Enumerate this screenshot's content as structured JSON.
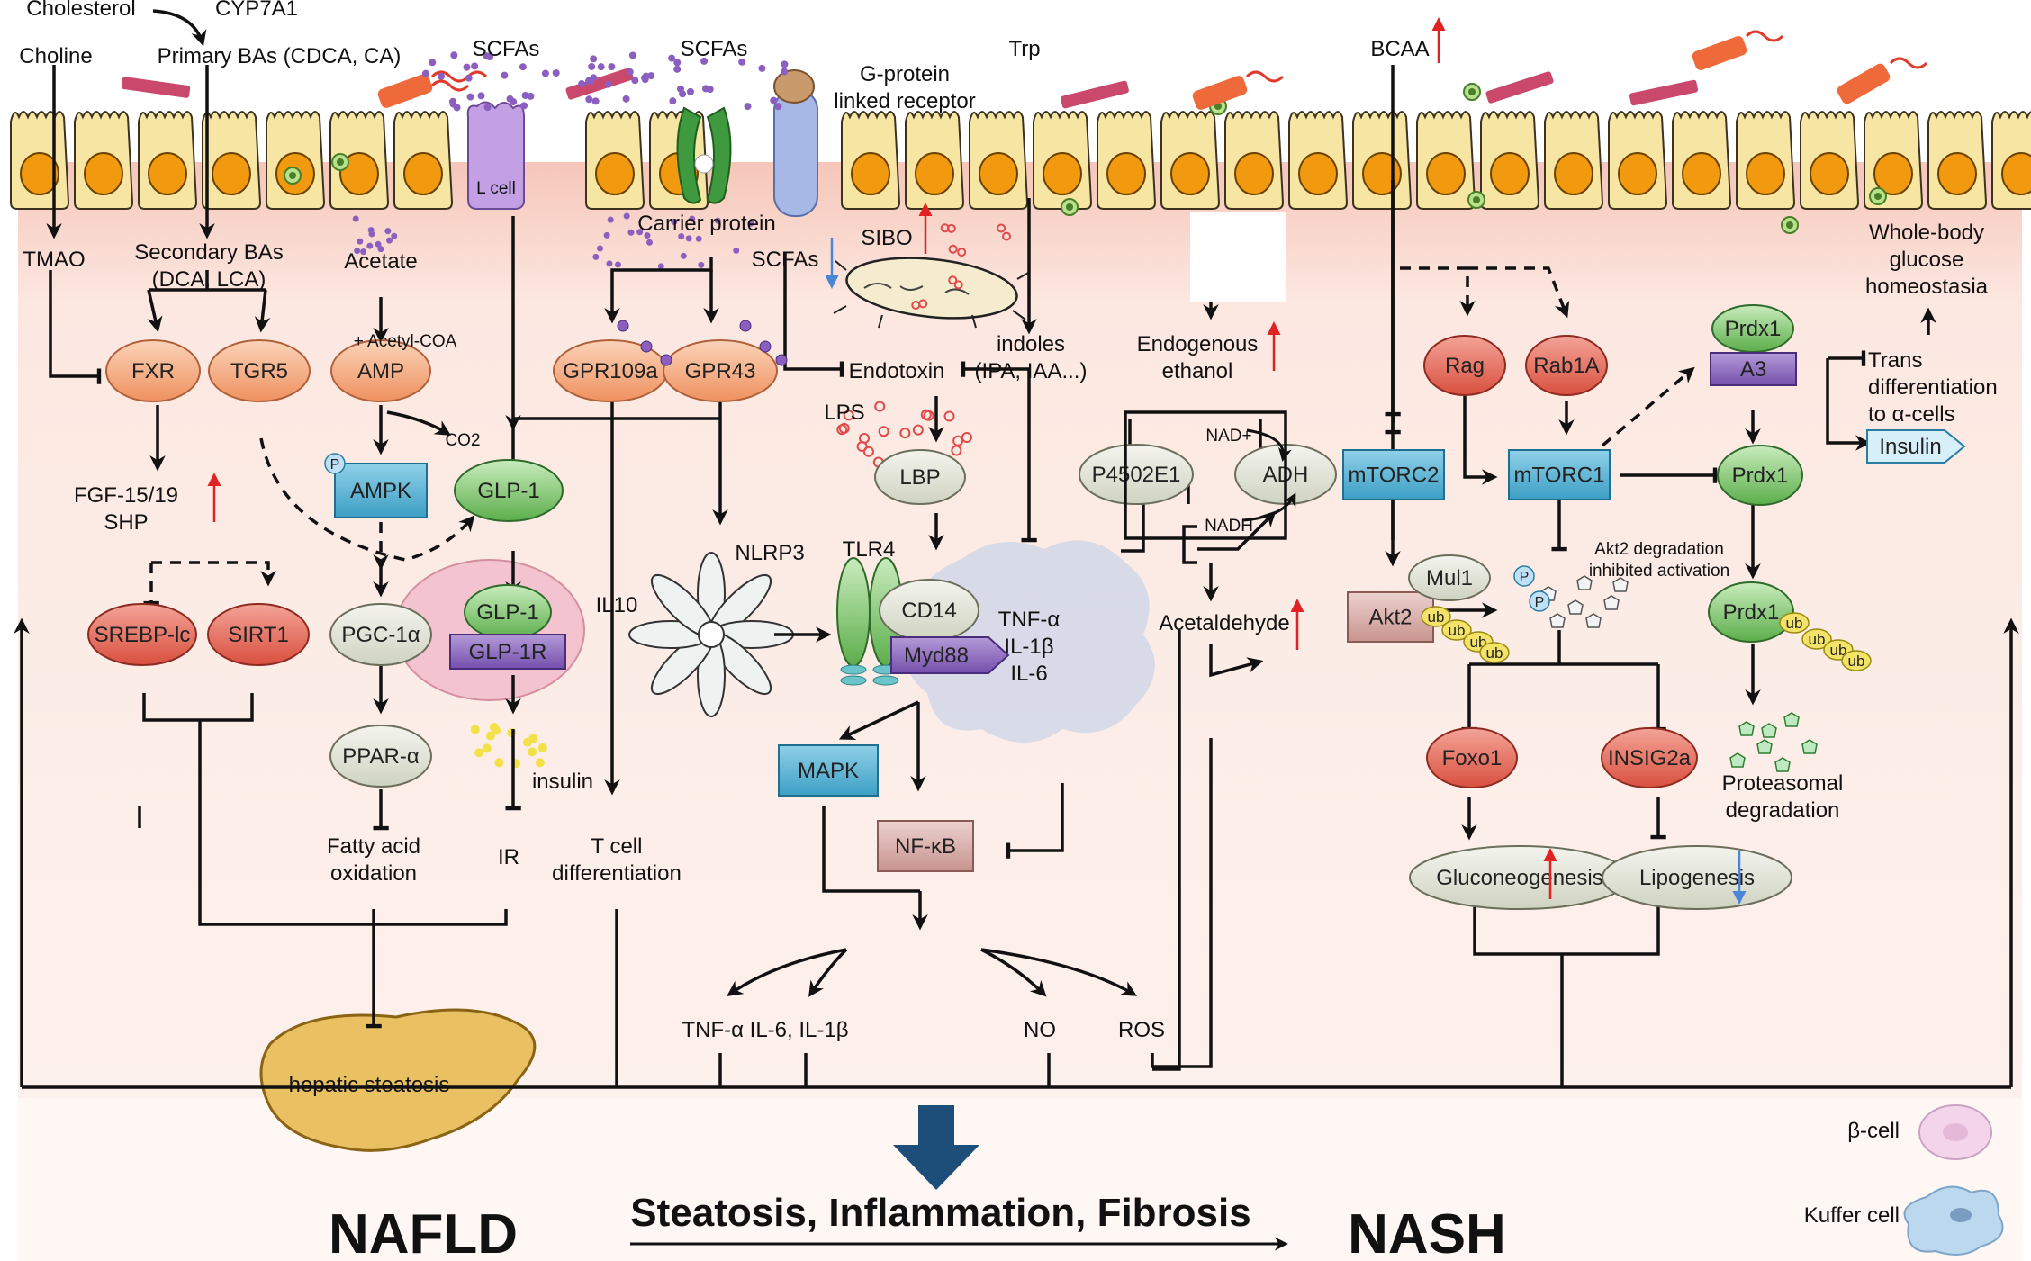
{
  "colors": {
    "orange_node": "#f4a57a",
    "red_node": "#e4685c",
    "green_node": "#7cc46c",
    "gray_node": "#e1e3d6",
    "blue_box": "#5fb6d6",
    "mauve_box": "#d7aeab",
    "purple_box": "#8f6cc0",
    "liver": "#e9c163",
    "gut_cell": "#f7e6a3",
    "nucleus": "#f29a0f",
    "bg_pink": "#fce8e1",
    "arrow_blue": "#1d4e7a",
    "up_arrow": "#e02222",
    "down_arrow": "#4a86d8"
  },
  "labels": {
    "cholesterol": "Cholesterol",
    "cyp7a1": "CYP7A1",
    "choline": "Choline",
    "primary_bas": "Primary BAs (CDCA, CA)",
    "scfas_1": "SCFAs",
    "scfas_2": "SCFAs",
    "gpcr": "G-protein\nlinked receptor",
    "trp": "Trp",
    "bcaa": "BCAA",
    "l_cell": "L cell",
    "tmao": "TMAO",
    "secondary_bas": "Secondary BAs\n(DCA, LCA)",
    "acetate": "Acetate",
    "acetyl_coa": "+ Acetyl-COA",
    "co2": "CO2",
    "carrier_protein": "Carrier protein",
    "scfas_3": "SCFAs",
    "sibo": "SIBO",
    "endotoxin": "Endotoxin",
    "indoles": "indoles\n(IPA, IAA...)",
    "lps": "LPS",
    "endogenous_ethanol": "Endogenous\nethanol",
    "nad_plus": "NAD+",
    "nadh": "NADH",
    "acetaldehyde": "Acetaldehyde",
    "whole_body": "Whole-body\nglucose\nhomeostasia",
    "trans_diff": "Trans\ndifferentiation\nto α-cells",
    "fgf": "FGF-15/19\nSHP",
    "il10": "IL10",
    "nlrp3": "NLRP3",
    "tlr4": "TLR4",
    "tnf_block": "TNF-α\nIL-1β\nIL-6",
    "insulin_text": "insulin",
    "fatty_acid": "Fatty acid\noxidation",
    "ir": "IR",
    "t_cell": "T cell\ndifferentiation",
    "akt2_note": "Akt2 degradation\ninhibited activation",
    "proteasomal": "Proteasomal\ndegradation",
    "tnf_il6": "TNF-α IL-6, IL-1β",
    "no": "NO",
    "ros": "ROS",
    "hepatic_steatosis": "hepatic steatosis",
    "beta_cell": "β-cell",
    "kuffer_cell": "Kuffer cell",
    "nafld": "NAFLD",
    "progression": "Steatosis, Inflammation, Fibrosis",
    "nash": "NASH",
    "ub": "ub",
    "p": "P"
  },
  "nodes": {
    "fxr": "FXR",
    "tgr5": "TGR5",
    "amp": "AMP",
    "ampk": "AMPK",
    "glp1": "GLP-1",
    "glp1_receptor_top": "GLP-1",
    "glp1r": "GLP-1R",
    "gpr109a": "GPR109a",
    "gpr43": "GPR43",
    "srebp": "SREBP-lc",
    "sirt1": "SIRT1",
    "pgc1a": "PGC-1α",
    "ppar": "PPAR-α",
    "lbp": "LBP",
    "cd14": "CD14",
    "myd88": "Myd88",
    "mapk": "MAPK",
    "nfkb": "NF-κB",
    "p4502e1": "P4502E1",
    "adh": "ADH",
    "mtorc2": "mTORC2",
    "mtorc1": "mTORC1",
    "rag": "Rag",
    "rab1a": "Rab1A",
    "akt2": "Akt2",
    "mul1": "Mul1",
    "foxo1": "Foxo1",
    "insig2a": "INSIG2a",
    "gluconeogenesis": "Gluconeogenesis",
    "lipogenesis": "Lipogenesis",
    "prdx1_top": "Prdx1",
    "a3": "A3",
    "prdx1_mid": "Prdx1",
    "prdx1_low": "Prdx1",
    "insulin_box": "Insulin"
  }
}
